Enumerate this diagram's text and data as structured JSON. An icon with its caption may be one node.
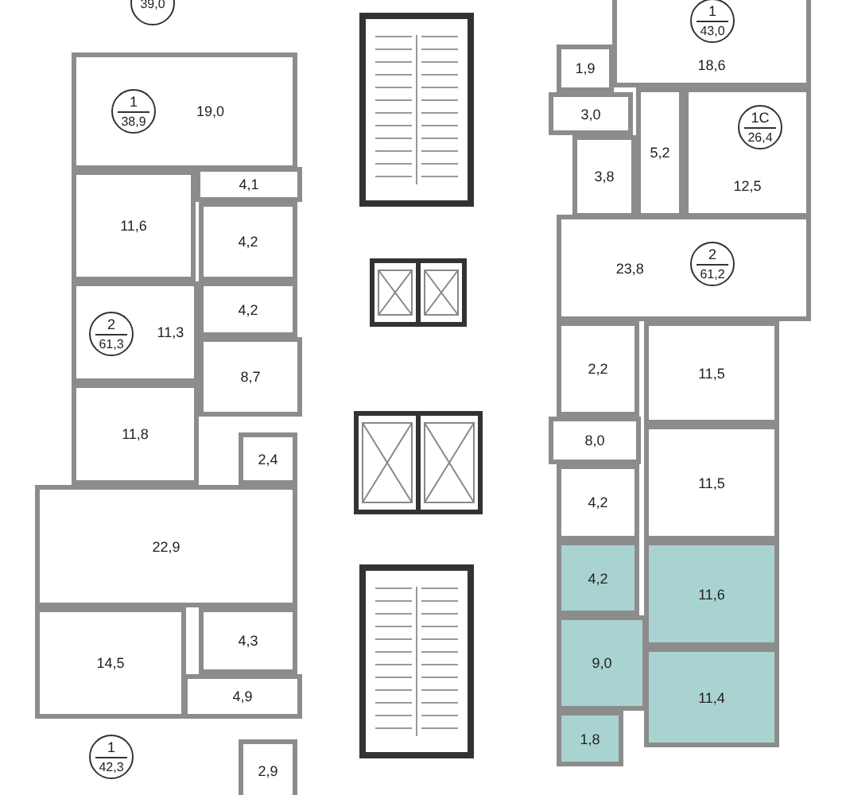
{
  "diagram": {
    "nodes": [
      {
        "text": [
          "39,0"
        ]
      },
      {
        "text": [
          "19,0"
        ]
      },
      {
        "text": [
          "1",
          "38,9"
        ],
        "in": 1
      },
      {
        "text": [
          "4,1"
        ]
      },
      {
        "text": [
          "11,6"
        ]
      },
      {
        "text": [
          "4,2"
        ]
      },
      {
        "text": [
          "4,2"
        ]
      },
      {
        "text": [
          "11,3"
        ]
      },
      {
        "text": [
          "2",
          "61,3"
        ],
        "in": 7
      },
      {
        "text": [
          "8,7"
        ]
      },
      {
        "text": [
          "11,8"
        ]
      },
      {
        "text": [
          "2,4"
        ]
      },
      {
        "text": [
          "22,9"
        ]
      },
      {
        "text": [
          "14,5"
        ]
      },
      {
        "text": [
          "4,3"
        ]
      },
      {
        "text": [
          "4,9"
        ]
      },
      {
        "text": [
          "1",
          "42,3"
        ]
      },
      {
        "text": [
          "2,9"
        ]
      },
      {
        "text": [
          "18,6"
        ]
      },
      {
        "text": [
          "1",
          "43,0"
        ],
        "in": 18
      },
      {
        "text": [
          "1,9"
        ]
      },
      {
        "text": [
          "3,0"
        ]
      },
      {
        "text": [
          "3,8"
        ]
      },
      {
        "text": [
          "5,2"
        ]
      },
      {
        "text": [
          "12,5"
        ]
      },
      {
        "text": [
          "1С",
          "26,4"
        ],
        "in": 24
      },
      {
        "text": [
          "23,8"
        ]
      },
      {
        "text": [
          "2",
          "61,2"
        ],
        "in": 26
      },
      {
        "text": [
          "2,2"
        ]
      },
      {
        "text": [
          "11,5"
        ]
      },
      {
        "text": [
          "8,0"
        ]
      },
      {
        "text": [
          "4,2"
        ]
      },
      {
        "text": [
          "11,5"
        ]
      },
      {
        "text": [
          "4,2"
        ]
      },
      {
        "text": [
          "11,6"
        ]
      },
      {
        "text": [
          "9,0"
        ]
      },
      {
        "text": [
          "11,4"
        ]
      },
      {
        "text": [
          "1,8"
        ]
      }
    ]
  }
}
